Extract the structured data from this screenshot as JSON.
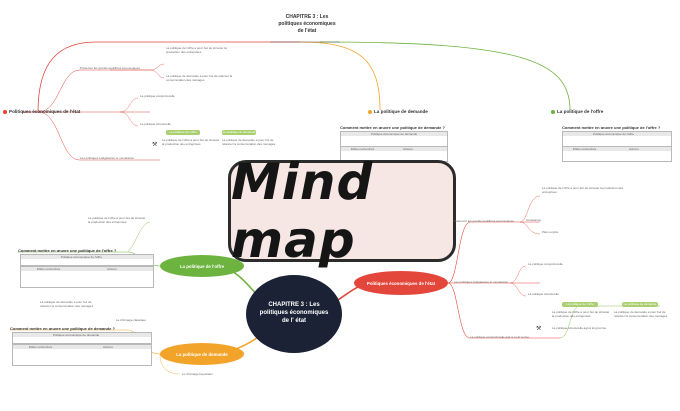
{
  "banner": {
    "title": "Mind map"
  },
  "root": {
    "title_line1": "CHAPITRE 3 : Les",
    "title_line2": "politiques économiques",
    "title_line3": "de l'état"
  },
  "center": {
    "label": "CHAPITRE 3 : Les politiques économiques de l' état"
  },
  "branches": {
    "offre": "La politique de l'offre",
    "objectifs": "Politiques économiques de l'état",
    "demande": "La politique de demande"
  },
  "top_nodes": {
    "left": "Politiques économiques de l'état",
    "middle": "La politique de demande",
    "right": "La politique de l'offre"
  },
  "section_titles": {
    "demande_q": "Comment mettre en œuvre une politique de demande ?",
    "offre_q": "Comment mettre en œuvre une politique de l'offre ?",
    "offre_q_left": "Comment mettre en œuvre une politique de l'offre ?",
    "demande_q_left": "Comment mettre en œuvre une politique de demande ?"
  },
  "table_headers": {
    "effets": "Effets recherchés",
    "actions": "Actions",
    "politique_demande": "Politique économique de demande",
    "politique_offre": "Politique économique de l'offre",
    "politique_offre_bar": "La politique de l'offre",
    "politique_demande_bar": "La politique de demande"
  },
  "right_side": {
    "obj": "Préserver les grands équilibres économiques",
    "plein_emploi": "Plein emploi",
    "croissance": "Croissance",
    "politique_conj": "La politique conjoncturelle",
    "politique_struct": "La politique structurelle",
    "moyen_terme": "La politique conjoncturelle agit à court terme",
    "long_terme": "La politique structurelle agit à long terme",
    "instruments": "Les politiques budgétaires et monétaires"
  },
  "left_notes": {
    "note1": "La politique de l'offre a pour but de stimuler la production des entreprises",
    "note2": "La politique de demande a pour but de relancer la consommation des ménages",
    "cause": "Le chômage keynésien",
    "cause2": "Le chômage classique"
  },
  "colors": {
    "green": "#6db33f",
    "red": "#e3463a",
    "orange": "#f2a42a",
    "navy": "#1b2236",
    "banner_bg": "#f6e7e4"
  }
}
